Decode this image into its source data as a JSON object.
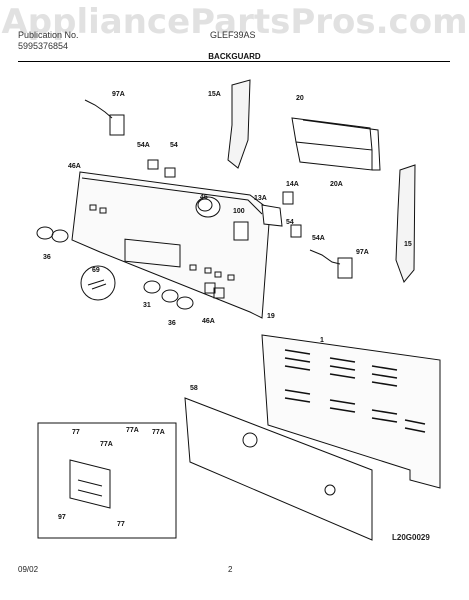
{
  "watermark": "AppliancePartsPros.com",
  "header": {
    "left_line1": "Publication No.",
    "left_line2": "5995376854",
    "right": "GLEF39AS",
    "title": "BACKGUARD"
  },
  "footer": {
    "date": "09/02",
    "page": "2",
    "code": "L20G0029"
  },
  "callouts": [
    "97A",
    "15A",
    "20",
    "54A",
    "54",
    "46A",
    "13A",
    "14A",
    "100",
    "20A",
    "46",
    "36",
    "69",
    "54",
    "54A",
    "97A",
    "15",
    "31",
    "36",
    "46A",
    "19",
    "1",
    "58",
    "77",
    "77A",
    "77A",
    "77A",
    "97",
    "77"
  ]
}
